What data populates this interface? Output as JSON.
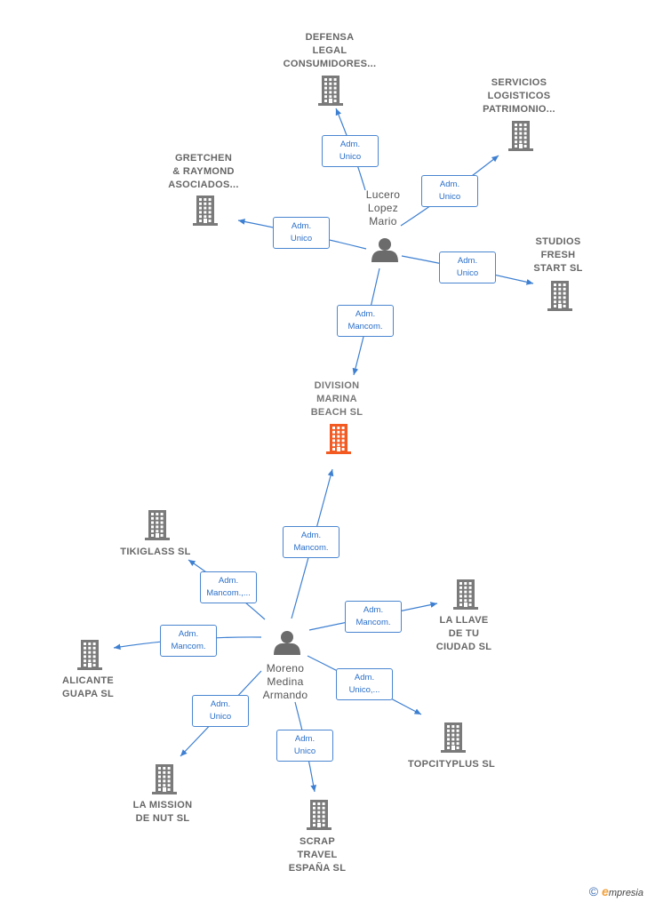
{
  "colors": {
    "building": "#7a7a7a",
    "focus_building": "#f25a22",
    "person": "#6b6b6b",
    "edge": "#3d7fd1",
    "edge_text": "#2a6fc9"
  },
  "nodes": {
    "defensa": {
      "type": "company",
      "label": "DEFENSA\nLEGAL\nCONSUMIDORES..."
    },
    "servicios": {
      "type": "company",
      "label": "SERVICIOS\nLOGISTICOS\nPATRIMONIO..."
    },
    "gretchen": {
      "type": "company",
      "label": "GRETCHEN\n& RAYMOND\nASOCIADOS..."
    },
    "studios": {
      "type": "company",
      "label": "STUDIOS\nFRESH\nSTART  SL"
    },
    "lucero": {
      "type": "person",
      "label": "Lucero\nLopez\nMario"
    },
    "division": {
      "type": "focus",
      "label": "DIVISION\nMARINA\nBEACH  SL"
    },
    "tikiglass": {
      "type": "company",
      "label": "TIKIGLASS SL"
    },
    "llave": {
      "type": "company",
      "label": "LA LLAVE\nDE TU\nCIUDAD SL"
    },
    "alicante": {
      "type": "company",
      "label": "ALICANTE\nGUAPA SL"
    },
    "moreno": {
      "type": "person",
      "label": "Moreno\nMedina\nArmando"
    },
    "topcity": {
      "type": "company",
      "label": "TOPCITYPLUS SL"
    },
    "mission": {
      "type": "company",
      "label": "LA MISSION\nDE NUT SL"
    },
    "scrap": {
      "type": "company",
      "label": "SCRAP\nTRAVEL\nESPAÑA  SL"
    }
  },
  "edges": [
    {
      "from": "lucero",
      "to": "defensa",
      "label": "Adm.\nUnico"
    },
    {
      "from": "lucero",
      "to": "servicios",
      "label": "Adm.\nUnico"
    },
    {
      "from": "lucero",
      "to": "gretchen",
      "label": "Adm.\nUnico"
    },
    {
      "from": "lucero",
      "to": "studios",
      "label": "Adm.\nUnico"
    },
    {
      "from": "lucero",
      "to": "division",
      "label": "Adm.\nMancom."
    },
    {
      "from": "moreno",
      "to": "division",
      "label": "Adm.\nMancom."
    },
    {
      "from": "moreno",
      "to": "tikiglass",
      "label": "Adm.\nMancom.,..."
    },
    {
      "from": "moreno",
      "to": "llave",
      "label": "Adm.\nMancom."
    },
    {
      "from": "moreno",
      "to": "alicante",
      "label": "Adm.\nMancom."
    },
    {
      "from": "moreno",
      "to": "topcity",
      "label": "Adm.\nUnico,..."
    },
    {
      "from": "moreno",
      "to": "mission",
      "label": "Adm.\nUnico"
    },
    {
      "from": "moreno",
      "to": "scrap",
      "label": "Adm.\nUnico"
    }
  ],
  "footer": {
    "copyright": "©",
    "brand_initial": "e",
    "brand_rest": "mpresia"
  }
}
